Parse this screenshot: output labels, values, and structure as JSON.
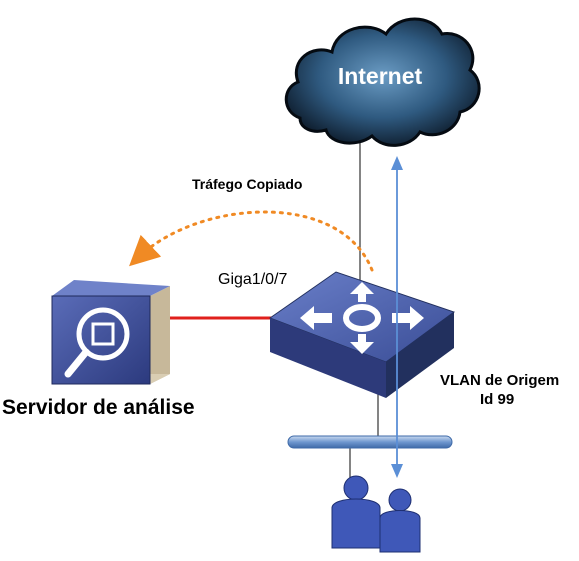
{
  "diagram": {
    "cloud_label": "Internet",
    "copied_traffic_label": "Tráfego Copiado",
    "port_label": "Giga1/0/7",
    "server_label": "Servidor de análise",
    "vlan_label_line1": "VLAN de Origem",
    "vlan_label_line2": "Id 99"
  },
  "colors": {
    "cloud_dark": "#0d1b2a",
    "cloud_mid": "#4a7fa8",
    "switch_top": "#4a5fa8",
    "switch_side": "#2d3a7a",
    "server_face": "#3c4f9c",
    "server_side": "#b8a98c",
    "mirror_link": "#e0201c",
    "copied_arrow": "#f08a24",
    "traffic_arrow": "#5b8fd6",
    "bus": "#6f97cf",
    "users": "#3f58b8",
    "line": "#333333"
  },
  "icons": {
    "cloud": "cloud-icon",
    "switch": "switch-icon",
    "server": "analysis-server-icon",
    "users": "users-icon"
  }
}
